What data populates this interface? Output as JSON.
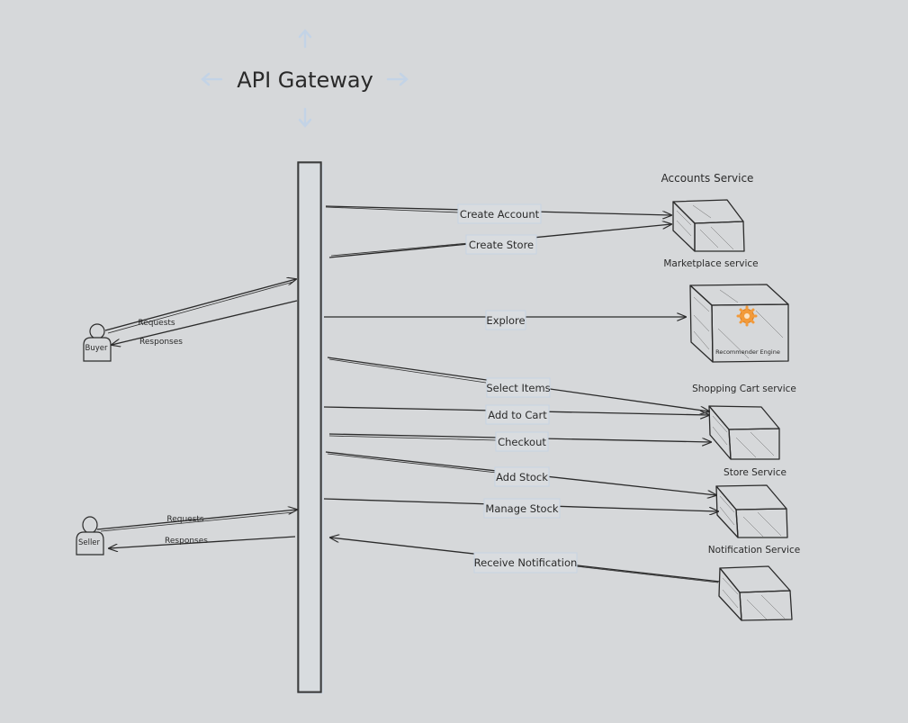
{
  "title": "API Gateway",
  "actors": {
    "buyer": "Buyer",
    "seller": "Seller"
  },
  "client_arrows": {
    "buyer_requests": "Requests",
    "buyer_responses": "Responses",
    "seller_requests": "Requests",
    "seller_responses": "Responses"
  },
  "services": {
    "accounts": "Accounts Service",
    "marketplace": "Marketplace service",
    "recommender": "Recommender Engine",
    "shopping_cart": "Shopping Cart service",
    "store": "Store Service",
    "notification": "Notification Service"
  },
  "operations": {
    "create_account": "Create Account",
    "create_store": "Create Store",
    "explore": "Explore",
    "select_items": "Select Items",
    "add_to_cart": "Add to Cart",
    "checkout": "Checkout",
    "add_stock": "Add Stock",
    "manage_stock": "Manage Stock",
    "receive_notification": "Receive Notification"
  },
  "colors": {
    "background": "#d6d8da",
    "ink": "#2b2b2b",
    "accent_arrows": "#c3d3e6",
    "gear": "#f29a3a"
  },
  "icons": [
    "move-arrow-up-icon",
    "move-arrow-down-icon",
    "move-arrow-left-icon",
    "move-arrow-right-icon",
    "gear-icon",
    "person-icon"
  ]
}
